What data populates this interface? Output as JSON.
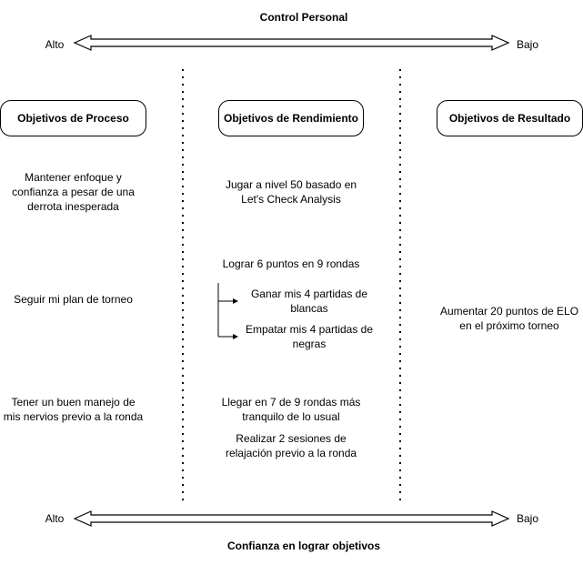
{
  "top_axis": {
    "title": "Control Personal",
    "left_label": "Alto",
    "right_label": "Bajo"
  },
  "bottom_axis": {
    "title": "Confianza en lograr objetivos",
    "left_label": "Alto",
    "right_label": "Bajo"
  },
  "columns": [
    {
      "header": "Objetivos de Proceso",
      "items": [
        "Mantener enfoque y\nconfianza a pesar de una\nderrota inesperada",
        "Seguir mi plan de torneo",
        "Tener un buen manejo de\nmis nervios previo a la ronda"
      ]
    },
    {
      "header": "Objetivos de Rendimiento",
      "items": [
        "Jugar a nivel 50 basado en\nLet's Check Analysis",
        "Lograr 6 puntos en 9 rondas",
        "Llegar en 7 de 9 rondas más\ntranquilo de lo usual",
        "Realizar 2 sesiones de\nrelajación previo a la ronda"
      ],
      "sub_items": [
        "Ganar mis 4 partidas de\nblancas",
        "Empatar mis 4 partidas de\nnegras"
      ]
    },
    {
      "header": "Objetivos de Resultado",
      "items": [
        "Aumentar 20 puntos de ELO\nen el próximo torneo"
      ]
    }
  ]
}
